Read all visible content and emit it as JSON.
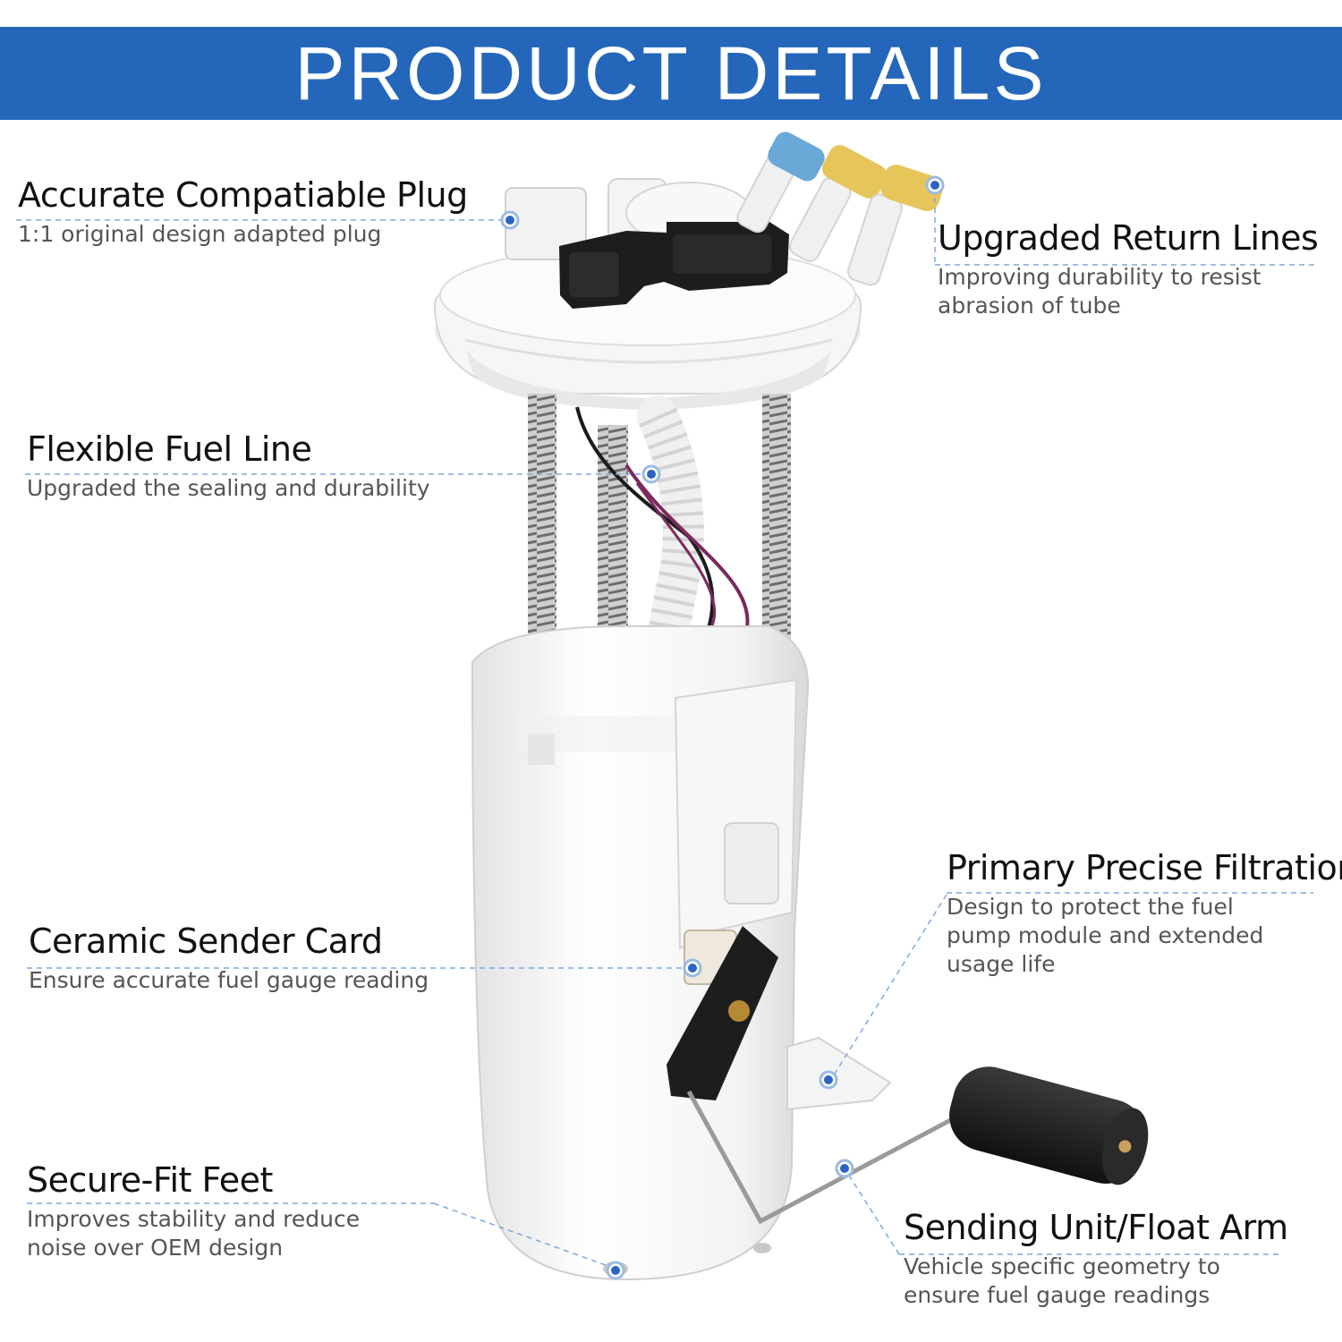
{
  "banner": {
    "title": "PRODUCT DETAILS",
    "color": "#2467ba"
  },
  "accent_dot_color": "#2b64c4",
  "callouts": {
    "plug": {
      "title": "Accurate Compatiable Plug",
      "desc": "1:1 original design adapted plug"
    },
    "return_lines": {
      "title": "Upgraded Return Lines",
      "desc": "Improving durability to resist abrasion of tube"
    },
    "fuel_line": {
      "title": "Flexible Fuel Line",
      "desc": "Upgraded the sealing and durability"
    },
    "filtration": {
      "title": "Primary Precise Filtration",
      "desc": "Design to protect the fuel pump module and extended usage life"
    },
    "sender_card": {
      "title": "Ceramic Sender Card",
      "desc": "Ensure accurate fuel gauge reading"
    },
    "feet": {
      "title": "Secure-Fit Feet",
      "desc": "Improves stability and reduce noise over OEM design"
    },
    "float_arm": {
      "title": "Sending Unit/Float Arm",
      "desc": "Vehicle specific geometry to ensure fuel gauge readings"
    }
  }
}
